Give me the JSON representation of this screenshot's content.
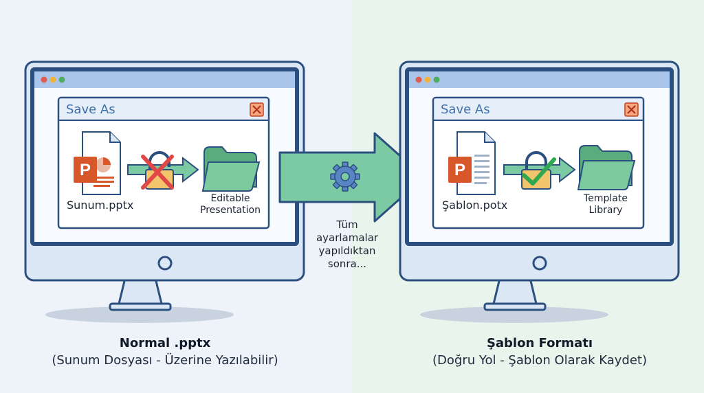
{
  "colors": {
    "monitor_frame": "#2b4f7e",
    "titlebar": "#a9c6ea",
    "dialog_header": "#e6eef9",
    "arrow_green": "#7ccaa3",
    "folder_green": "#78c497",
    "powerpoint_orange": "#d7562a",
    "cross_red": "#e04848",
    "check_green": "#2fa84f",
    "lock_orange": "#f2c46b"
  },
  "left": {
    "dialog_title": "Save As",
    "file_name": "Sunum.pptx",
    "target_line1": "Editable",
    "target_line2": "Presentation",
    "heading": "Normal .pptx",
    "subheading": "(Sunum Dosyası - Üzerine Yazılabilir)"
  },
  "center": {
    "note_line1": "Tüm",
    "note_line2": "ayarlamalar",
    "note_line3": "yapıldıktan",
    "note_line4": "sonra..."
  },
  "right": {
    "dialog_title": "Save As",
    "file_name": "Şablon.potx",
    "target_line1": "Template",
    "target_line2": "Library",
    "heading": "Şablon Formatı",
    "subheading": "(Doğru Yol - Şablon Olarak Kaydet)"
  }
}
